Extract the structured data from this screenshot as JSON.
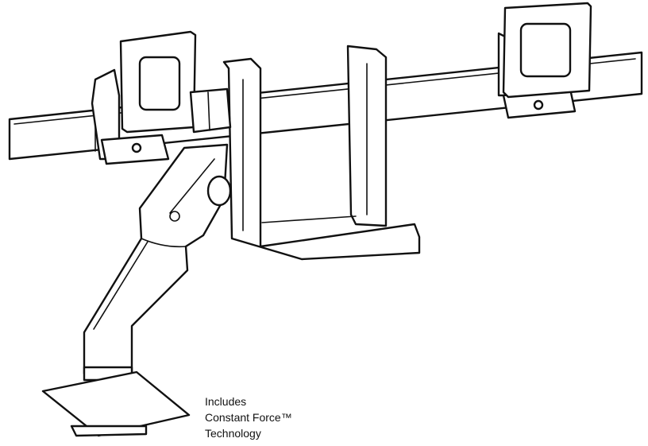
{
  "caption": {
    "line1": "Includes",
    "line2": "Constant Force™",
    "line3": "Technology"
  },
  "colors": {
    "line": "#111111",
    "background": "#ffffff"
  }
}
